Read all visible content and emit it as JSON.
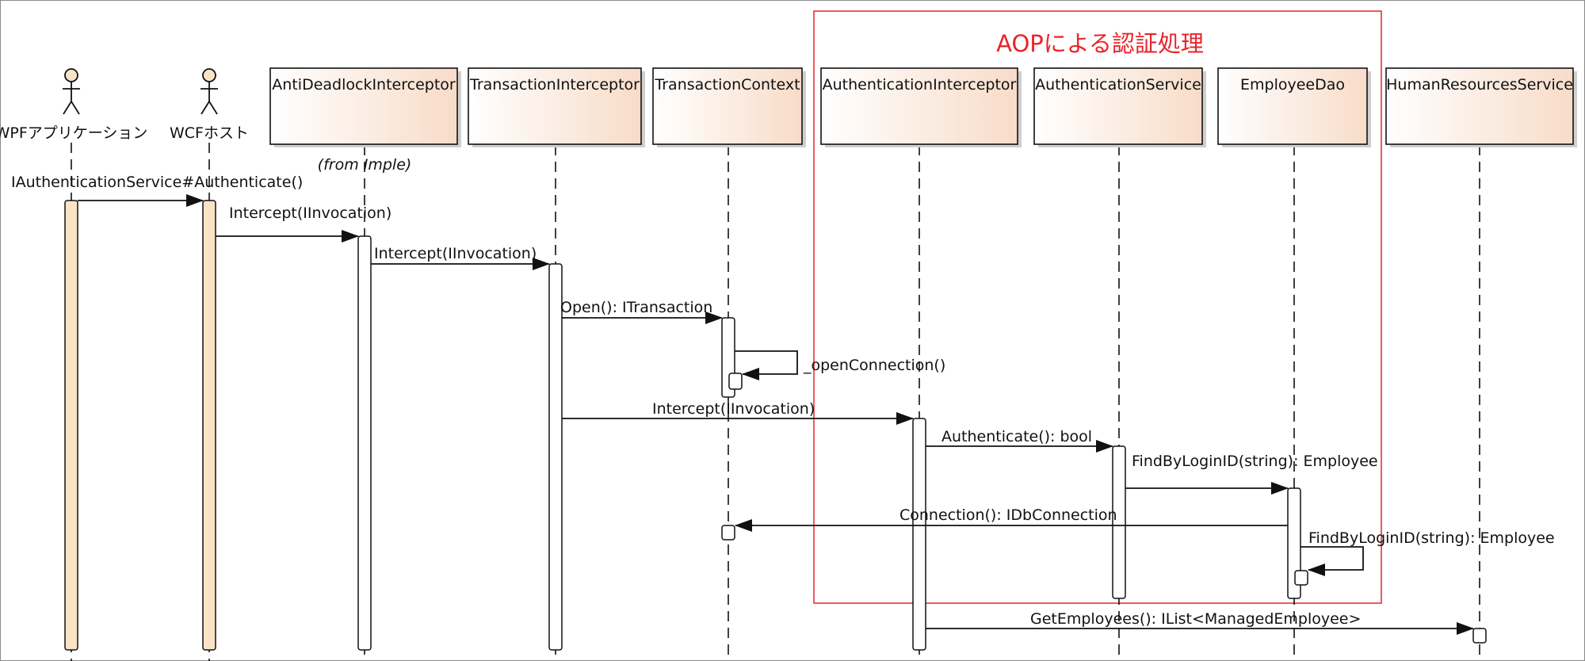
{
  "group": {
    "title": "AOPによる認証処理"
  },
  "note": "(from Imple)",
  "lifelines": [
    {
      "id": "wpf",
      "label": "WPFアプリケーション",
      "kind": "actor"
    },
    {
      "id": "wcf",
      "label": "WCFホスト",
      "kind": "actor"
    },
    {
      "id": "adi",
      "label": "AntiDeadlockInterceptor",
      "kind": "class"
    },
    {
      "id": "ti",
      "label": "TransactionInterceptor",
      "kind": "class"
    },
    {
      "id": "tc",
      "label": "TransactionContext",
      "kind": "class"
    },
    {
      "id": "ai",
      "label": "AuthenticationInterceptor",
      "kind": "class"
    },
    {
      "id": "as",
      "label": "AuthenticationService",
      "kind": "class"
    },
    {
      "id": "ed",
      "label": "EmployeeDao",
      "kind": "class"
    },
    {
      "id": "hrs",
      "label": "HumanResourcesService",
      "kind": "class"
    }
  ],
  "messages": [
    {
      "from": "wpf",
      "to": "wcf",
      "label": "IAuthenticationService#Authenticate()"
    },
    {
      "from": "wcf",
      "to": "adi",
      "label": "Intercept(IInvocation)"
    },
    {
      "from": "adi",
      "to": "ti",
      "label": "Intercept(IInvocation)"
    },
    {
      "from": "ti",
      "to": "tc",
      "label": "Open(): ITransaction"
    },
    {
      "from": "tc",
      "to": "tc",
      "label": "_openConnection()"
    },
    {
      "from": "ti",
      "to": "ai",
      "label": "Intercept(IInvocation)"
    },
    {
      "from": "ai",
      "to": "as",
      "label": "Authenticate(): bool"
    },
    {
      "from": "as",
      "to": "ed",
      "label": "FindByLoginID(string): Employee"
    },
    {
      "from": "ed",
      "to": "tc",
      "label": "Connection(): IDbConnection"
    },
    {
      "from": "ed",
      "to": "ed",
      "label": "FindByLoginID(string): Employee"
    },
    {
      "from": "ai",
      "to": "hrs",
      "label": "GetEmployees(): IList<ManagedEmployee>"
    }
  ],
  "colors": {
    "actor_fill": "#fbe3c6",
    "class_gradient_start": "#ffffff",
    "class_gradient_end": "#f8dcc8",
    "group_border": "#e8242a",
    "line": "#111111"
  }
}
